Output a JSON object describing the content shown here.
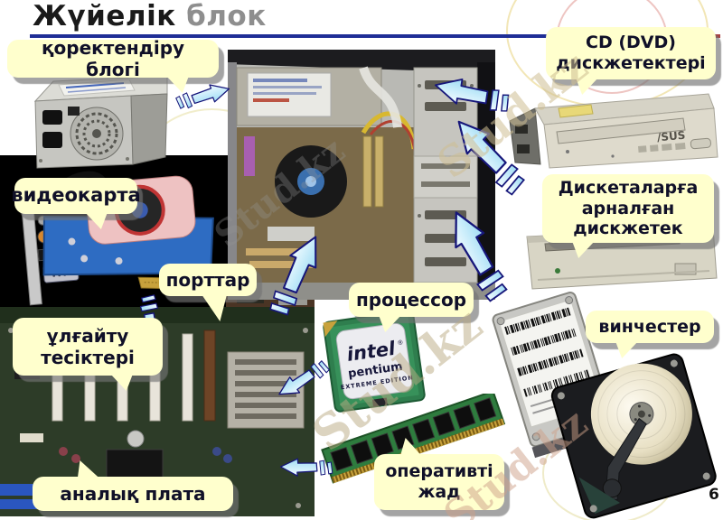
{
  "title": {
    "main": "Жүйелік",
    "accent": "блок"
  },
  "page": {
    "number": "6"
  },
  "watermark": {
    "text": "Stud.kz"
  },
  "callouts": {
    "psu": "қоректендіру блогі",
    "cd": "CD (DVD)\nдискжетектері",
    "video": "видеокарта",
    "floppy": "Дискеталарға\nарналған\nдискжетек",
    "ports": "порттар",
    "cpu": "процессор",
    "slots": "ұлғайту\nтесіктері",
    "hdd": "винчестер",
    "mobo": "аналық плата",
    "ram": "оперативті\nжад"
  },
  "chip": {
    "brand": "intel",
    "reg": "®",
    "model": "pentium",
    "edition": "EXTREME EDITION"
  },
  "drive": {
    "brand": "/SUS"
  },
  "colors": {
    "rule": "#1f2e96",
    "title_accent": "#8e8e8e",
    "bubble_fill": "#ffffcd",
    "bubble_text": "#101028",
    "arrow_fill": "#cdeefb",
    "arrow_stroke": "#16167a",
    "background": "#ffffff"
  }
}
